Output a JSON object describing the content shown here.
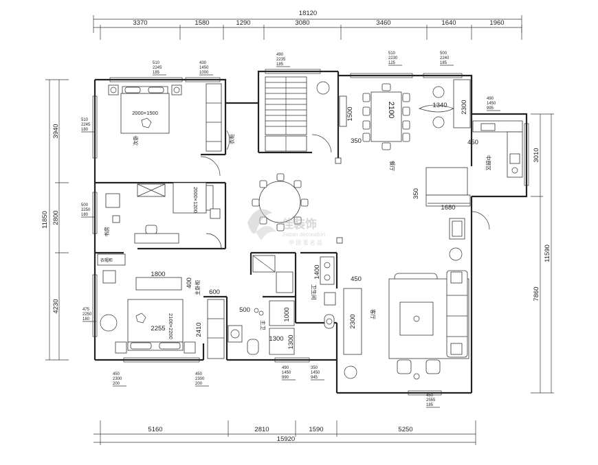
{
  "top_dimensions": {
    "overall": "18120",
    "segments": [
      "3370",
      "1580",
      "1290",
      "3080",
      "3460",
      "1640",
      "1960"
    ]
  },
  "bottom_dimensions": {
    "overall": "15920",
    "segments": [
      "5160",
      "2810",
      "1590",
      "5250"
    ]
  },
  "left_dimensions": {
    "overall": "11850",
    "segments": [
      "3940",
      "2800",
      "4230"
    ]
  },
  "right_dimensions": {
    "overall": "11590",
    "segments": [
      "3010",
      "7860"
    ]
  },
  "rooms": {
    "bedroom_2": "次卧",
    "study": "书房",
    "master_bedroom": "主卧",
    "master_bath": "主卫",
    "bathroom": "卫生间",
    "dining": "餐厅",
    "kitchen": "中厨区",
    "living": "客厅",
    "closet": "衣柜",
    "dressing": "衣帽柜",
    "wardrobe": "主卧柜"
  },
  "window_specs": [
    {
      "w": "510",
      "h": "2245",
      "s": "185"
    },
    {
      "w": "430",
      "h": "1450",
      "s": "1000"
    },
    {
      "w": "490",
      "h": "2235",
      "s": "185"
    },
    {
      "w": "510",
      "h": "2230",
      "s": "125"
    },
    {
      "w": "500",
      "h": "2240",
      "s": "185"
    },
    {
      "w": "490",
      "h": "1450",
      "s": "995"
    },
    {
      "w": "510",
      "h": "2245",
      "s": "180"
    },
    {
      "w": "500",
      "h": "2250",
      "s": "180"
    },
    {
      "w": "475",
      "h": "2250",
      "s": "180"
    },
    {
      "w": "450",
      "h": "2300",
      "s": "200"
    },
    {
      "w": "450",
      "h": "2300",
      "s": "200"
    },
    {
      "w": "490",
      "h": "1450",
      "s": "990"
    },
    {
      "w": "350",
      "h": "1450",
      "s": "945"
    },
    {
      "w": "450",
      "h": "2555",
      "s": "185"
    }
  ],
  "furniture": {
    "bed_2": "2000×1500",
    "study_bed": "2000×1200",
    "master_bed": "2100×2200",
    "dining_table": "2100"
  },
  "inner_dims": {
    "d1500": "1500",
    "d350a": "350",
    "d1340": "1340",
    "d2300a": "2300",
    "d450a": "450",
    "d350b": "350",
    "d1680": "1680",
    "d1800": "1800",
    "d400": "400",
    "d600": "600",
    "d500": "500",
    "d1000": "1000",
    "d2410": "2410",
    "d2255": "2255",
    "d1300a": "1300",
    "d1300b": "1300",
    "d1400": "1400",
    "d450b": "450",
    "d2300b": "2300"
  },
  "watermark": {
    "brand": "佳装饰",
    "sub": "Jiaban decoration",
    "slogan": "中 国 著 名 品"
  }
}
